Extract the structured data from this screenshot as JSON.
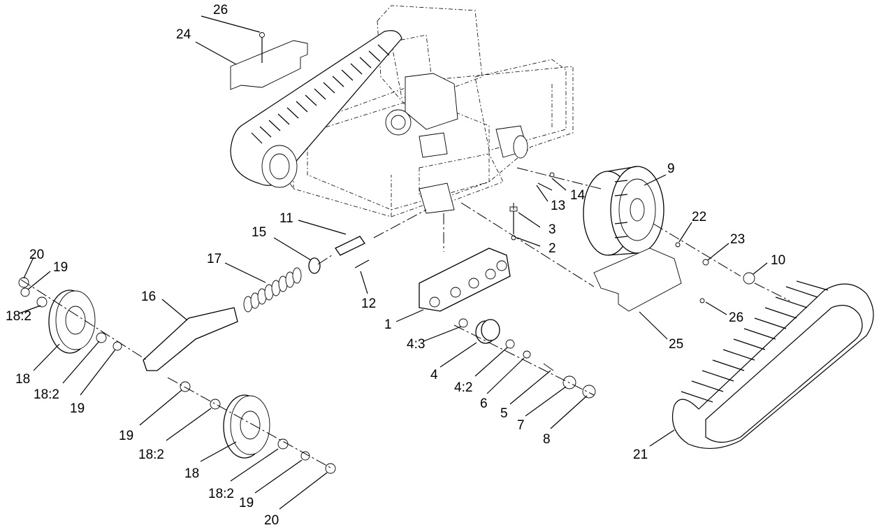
{
  "diagram": {
    "callouts": [
      {
        "id": "c26a",
        "label": "26"
      },
      {
        "id": "c24",
        "label": "24"
      },
      {
        "id": "c9",
        "label": "9"
      },
      {
        "id": "c14",
        "label": "14"
      },
      {
        "id": "c13",
        "label": "13"
      },
      {
        "id": "c11",
        "label": "11"
      },
      {
        "id": "c3",
        "label": "3"
      },
      {
        "id": "c2",
        "label": "2"
      },
      {
        "id": "c22",
        "label": "22"
      },
      {
        "id": "c23",
        "label": "23"
      },
      {
        "id": "c15",
        "label": "15"
      },
      {
        "id": "c10",
        "label": "10"
      },
      {
        "id": "c20a",
        "label": "20"
      },
      {
        "id": "c19a",
        "label": "19"
      },
      {
        "id": "c17",
        "label": "17"
      },
      {
        "id": "c16",
        "label": "16"
      },
      {
        "id": "c12",
        "label": "12"
      },
      {
        "id": "c26b",
        "label": "26"
      },
      {
        "id": "c18_2a",
        "label": "18:2"
      },
      {
        "id": "c1",
        "label": "1"
      },
      {
        "id": "c25",
        "label": "25"
      },
      {
        "id": "c4_3",
        "label": "4:3"
      },
      {
        "id": "c18a",
        "label": "18"
      },
      {
        "id": "c4",
        "label": "4"
      },
      {
        "id": "c18_2b",
        "label": "18:2"
      },
      {
        "id": "c19b",
        "label": "19"
      },
      {
        "id": "c4_2",
        "label": "4:2"
      },
      {
        "id": "c6",
        "label": "6"
      },
      {
        "id": "c5",
        "label": "5"
      },
      {
        "id": "c7",
        "label": "7"
      },
      {
        "id": "c19c",
        "label": "19"
      },
      {
        "id": "c8",
        "label": "8"
      },
      {
        "id": "c18_2c",
        "label": "18:2"
      },
      {
        "id": "c21",
        "label": "21"
      },
      {
        "id": "c18b",
        "label": "18"
      },
      {
        "id": "c18_2d",
        "label": "18:2"
      },
      {
        "id": "c19d",
        "label": "19"
      },
      {
        "id": "c20b",
        "label": "20"
      }
    ]
  }
}
